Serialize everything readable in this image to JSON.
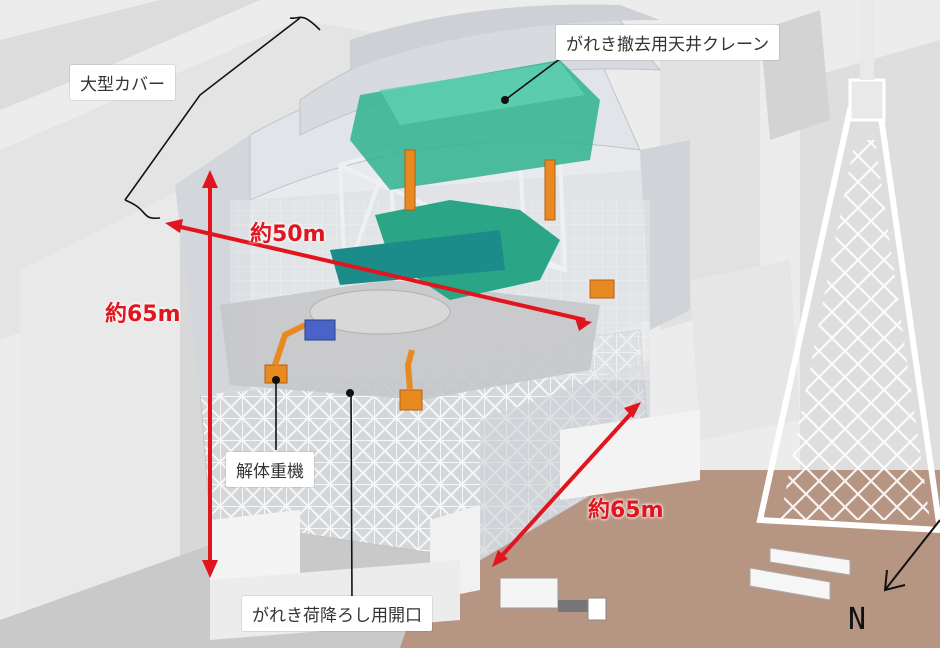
{
  "labels": {
    "cover": "大型カバー",
    "crane": "がれき撤去用天井クレーン",
    "machinery": "解体重機",
    "opening": "がれき荷降ろし用開口"
  },
  "dimensions": {
    "height": "約65m",
    "width": "約50m",
    "depth": "約65m"
  },
  "compass": {
    "north": "N"
  },
  "colors": {
    "dimension_red": "#e0151d",
    "crane_green": "#2fb38f",
    "machinery_orange": "#e88a22"
  }
}
